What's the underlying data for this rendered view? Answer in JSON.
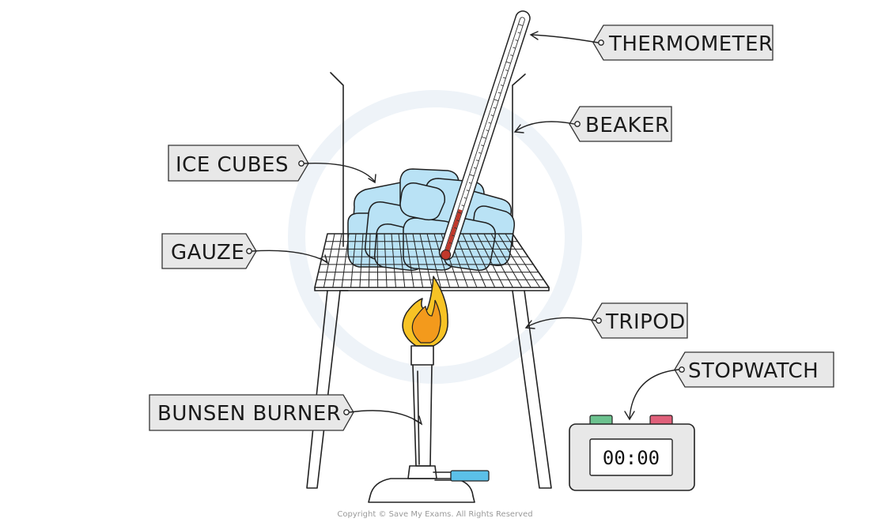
{
  "labels": {
    "thermometer": "THERMOMETER",
    "beaker": "BEAKER",
    "ice_cubes": "ICE  CUBES",
    "gauze": "GAUZE",
    "tripod": "TRIPOD",
    "stopwatch": "STOPWATCH",
    "bunsen_burner": "BUNSEN  BURNER"
  },
  "stopwatch_display": "00:00",
  "copyright": "Copyright © Save My Exams. All Rights Reserved",
  "colors": {
    "ice": "#b9e2f5",
    "flame_outer": "#f7c325",
    "flame_inner": "#f39a1c",
    "stopwatch_start": "#6cc28f",
    "stopwatch_stop": "#e0607a",
    "gas_tap": "#5bc0e8",
    "thermometer_liquid": "#c0392b",
    "tag_fill": "#e8e8e8"
  }
}
